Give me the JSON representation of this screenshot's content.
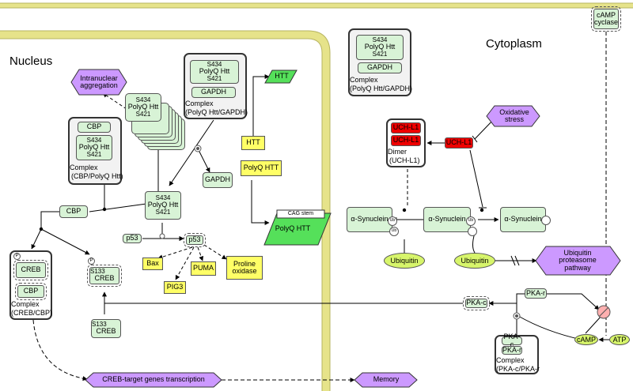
{
  "regions": {
    "nucleus": "Nucleus",
    "cytoplasm": "Cytoplasm"
  },
  "htt_labels": {
    "s434": "S434",
    "polyq": "PolyQ Htt",
    "s421": "S421"
  },
  "complex_polyq_gapdh": {
    "label_1": "Complex",
    "label_2": "(PolyQ Htt/GAPDH)",
    "gapdh": "GAPDH"
  },
  "complex_polyq_gapdh_cyto": {
    "label_1": "Complex",
    "label_2": "(PolyQ Htt/GAPDH)",
    "gapdh": "GAPDH"
  },
  "complex_cbp_polyq": {
    "label_1": "Complex",
    "label_2": "(CBP/PolyQ Htt)",
    "cbp": "CBP"
  },
  "complex_creb_cbp": {
    "label_1": "Complex",
    "label_2": "(CREB/CBP)",
    "creb": "CREB",
    "cbp": "CBP",
    "p": "P"
  },
  "complex_pka": {
    "label_1": "Complex",
    "label_2": "(PKA-c/PKA-r",
    "pka_c": "PKA-c",
    "pka_r": "PKA-r"
  },
  "nodes": {
    "intranuclear_aggregation": "Intranuclear aggregation",
    "gapdh": "GAPDH",
    "htt": "HTT",
    "htt_yellow": "HTT",
    "polyq_htt_yellow": "PolyQ HTT",
    "polyq_htt_gene": "PolyQ HTT",
    "cag_stem": "CAG stem",
    "cbp": "CBP",
    "p53_left": "p53",
    "p53_boxed": "p53",
    "bax": "Bax",
    "puma": "PUMA",
    "pig3": "PIG3",
    "proline_oxidase": "Proline oxidase",
    "creb_p": "CREB",
    "creb": "CREB",
    "s133": "S133",
    "p": "P",
    "creb_target": "CREB-target genes transcription",
    "memory": "Memory",
    "uchl1_a": "UCH-L1",
    "uchl1_b": "UCH-L1",
    "uchl1_single": "UCH-L1",
    "dimer_1": "Dimer",
    "dimer_2": "(UCH-L1)",
    "oxidative_stress": "Oxidative stress",
    "asyn_1": "α-Synuclein",
    "asyn_2": "α-Synuclein",
    "asyn_3": "α-Synuclein",
    "ub": "Ub",
    "ubiquitin_1": "Ubiquitin",
    "ubiquitin_2": "Ubiquitin",
    "ups": "Ubiquitin proteasome pathway",
    "pka_c": "PKA-c",
    "pka_r": "PKA-r",
    "camp": "cAMP",
    "atp": "ATP",
    "camp_cyclase": "cAMP cyclase"
  },
  "colors": {
    "protein": "#d8f3d6",
    "gene": "#ffff66",
    "process": "#cc99ff",
    "small_molecule": "#d7f56b",
    "uchl1": "#ee0000",
    "membrane": "#f2f2a0",
    "htt_gene": "#55e05a"
  }
}
